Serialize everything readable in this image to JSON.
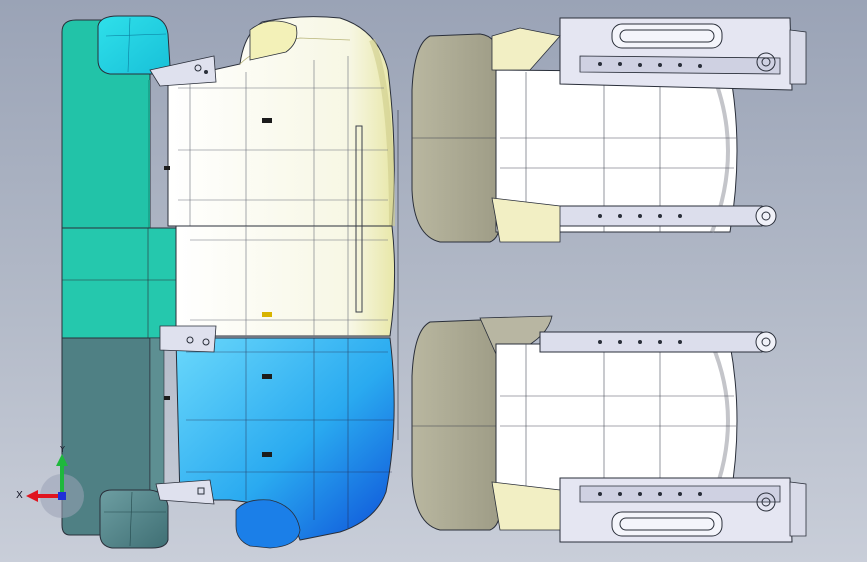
{
  "axis_triad": {
    "x_label": "X",
    "y_label": "Y",
    "x_color": "#e0141e",
    "y_color": "#1eb83c",
    "z_color": "#2030d8"
  },
  "palette": {
    "background_top": "#9aa3b6",
    "background_bottom": "#c9ced9",
    "teal_panel": "#24c4a8",
    "dark_teal_panel": "#4c7d80",
    "cushion_cream": "#fbfbee",
    "cushion_yellow": "#f1f0bf",
    "cushion_blue": "#35b8f0",
    "cushion_deep_blue": "#1460e6",
    "headrest_gray": "#a8a690",
    "bracket_steel": "#d9dbea",
    "outline": "#2a2f3a"
  },
  "assembly": {
    "left": {
      "name": "seat-assembly-front-view"
    },
    "right_top": {
      "name": "seat-frame-top"
    },
    "right_bottom": {
      "name": "seat-frame-bottom"
    }
  }
}
